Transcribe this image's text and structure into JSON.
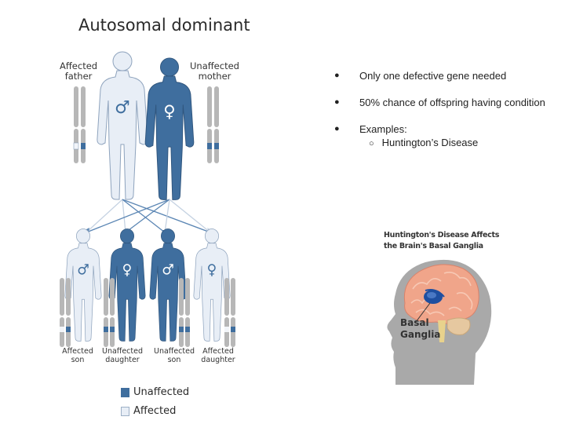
{
  "pedigree": {
    "title": "Autosomal dominant",
    "father_label": "Affected\nfather",
    "mother_label": "Unaffected\nmother",
    "children": [
      {
        "label": "Affected\nson",
        "affected": true
      },
      {
        "label": "Unaffected\ndaughter",
        "affected": false
      },
      {
        "label": "Unaffected\nson",
        "affected": false
      },
      {
        "label": "Affected\ndaughter",
        "affected": true
      }
    ],
    "legend": [
      {
        "label": "Unaffected",
        "color": "#3f6e9e"
      },
      {
        "label": "Affected",
        "color": "#e8eef6"
      }
    ]
  },
  "colors": {
    "unaffected": "#3f6e9e",
    "affected": "#e8eef6",
    "brain": "#f0a58a",
    "ganglia": "#1f4fa0"
  },
  "bullets": [
    {
      "text": "Only one defective gene needed"
    },
    {
      "text": "50% chance of offspring having condition"
    },
    {
      "text": "Examples:",
      "sub": "Huntington’s Disease"
    }
  ],
  "brain": {
    "title_line1": "Huntington's Disease Affects",
    "title_line2": "the Brain's Basal Ganglia",
    "label": "Basal\nGanglia"
  }
}
